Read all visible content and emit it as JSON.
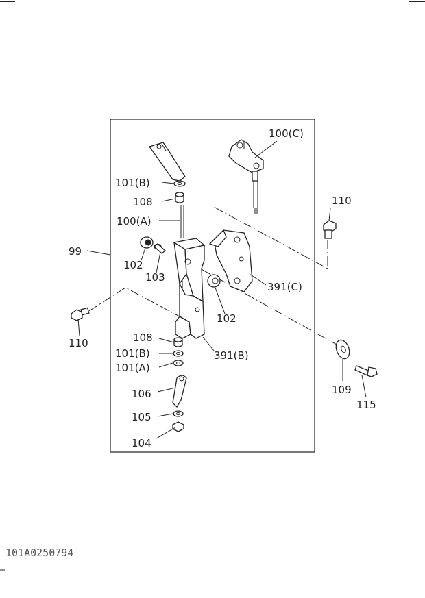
{
  "labels": {
    "p100C": "100(C)",
    "p101B_top": "101(B)",
    "p108_top": "108",
    "p100A": "100(A)",
    "p110_right": "110",
    "p99": "99",
    "p102_left": "102",
    "p103": "103",
    "p391C": "391(C)",
    "p102_right": "102",
    "p110_left": "110",
    "p108_bottom": "108",
    "p101B_bottom": "101(B)",
    "p101A": "101(A)",
    "p391B": "391(B)",
    "p106": "106",
    "p105": "105",
    "p104": "104",
    "p109": "109",
    "p115": "115"
  },
  "drawing_code": "101A0250794",
  "colors": {
    "line": "#222222",
    "background": "#ffffff",
    "code_text": "#555555"
  }
}
